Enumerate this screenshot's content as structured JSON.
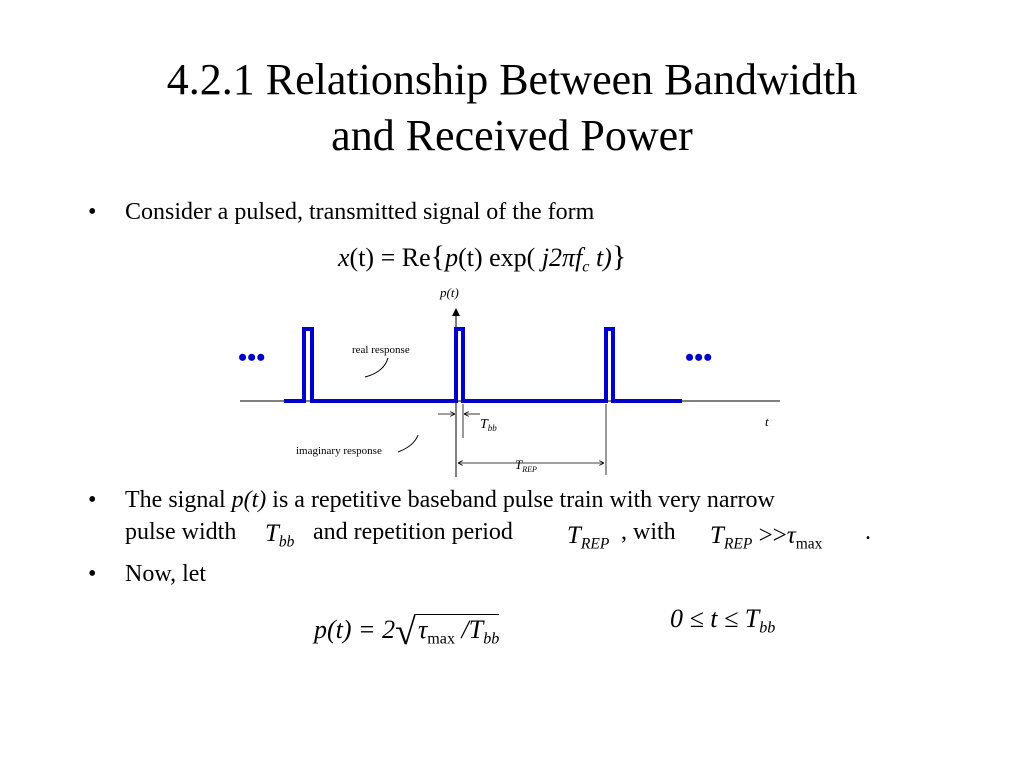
{
  "slide": {
    "title_line1": "4.2.1 Relationship Between Bandwidth",
    "title_line2": "and Received Power"
  },
  "bullets": [
    {
      "marker": "•",
      "text": "Consider a pulsed, transmitted signal of the form"
    },
    {
      "marker": "•",
      "pre": "The signal ",
      "emph": "p(t)",
      "post": " is a repetitive baseband pulse train with very narrow",
      "line2_a": "pulse width",
      "line2_b": "and repetition period",
      "line2_c": ", with",
      "line2_d": "."
    },
    {
      "marker": "•",
      "text": "Now, let"
    }
  ],
  "equations": {
    "signal": {
      "lhs": "x",
      "arg": "(t)",
      "eq": "=",
      "re": "Re",
      "p": "p",
      "pt": "(t)",
      "exp": "exp(",
      "j2pi": "j2π",
      "f": "f",
      "c": "c",
      "t": "t)"
    },
    "pulse_width": {
      "T": "T",
      "sub": "bb"
    },
    "rep_period": {
      "T": "T",
      "sub": "REP"
    },
    "condition": {
      "T": "T",
      "sub": "REP",
      "op": ">>",
      "tau": "τ",
      "tau_sub": "max"
    },
    "definition": {
      "lhs": "p(t) = 2",
      "tau": "τ",
      "tau_sub": "max",
      "div": " /T",
      "T_sub": "bb"
    },
    "range": {
      "text": "0 ≤ t ≤ T",
      "sub": "bb"
    }
  },
  "diagram": {
    "y_axis_label": "p(t)",
    "x_axis_label": "t",
    "real_label": "real response",
    "imag_label": "imaginary response",
    "tbb_label": "T",
    "tbb_sub": "bb",
    "trep_label": "T",
    "trep_sub": "REP",
    "ellipsis_left": "•••",
    "ellipsis_right": "•••",
    "pulse_color": "#0000cc"
  }
}
